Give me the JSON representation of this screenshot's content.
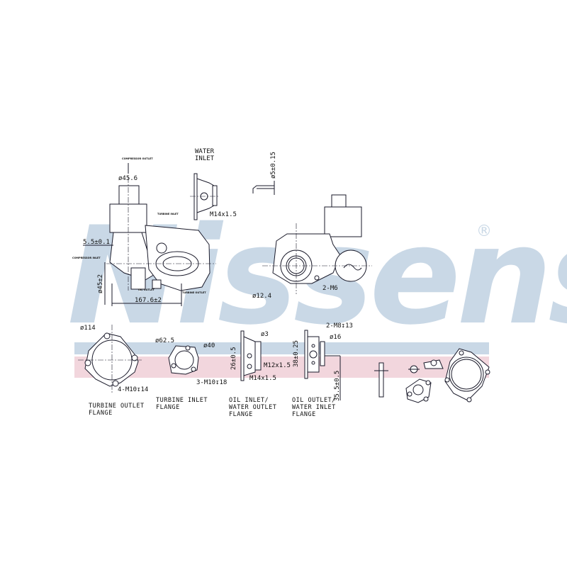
{
  "brand": {
    "watermark": "Nissens",
    "registered": "®"
  },
  "colors": {
    "watermark": "#c9d8e6",
    "band_blue": "#c9d8e6",
    "band_pink": "#f2d6dd",
    "line": "#1a1a2a"
  },
  "main_view": {
    "compressor_outlet": "COMPRESSOR OUTLET",
    "compressor_outlet_dia": "ø45.6",
    "turbine_inlet": "TURBINE INLET",
    "compressor_inlet": "COMPRESSOR INLET",
    "oil_outlet": "OIL OUTLET",
    "turbine_outlet": "TURBINE OUTLET",
    "dim_offset": "5.5±0.1",
    "dim_height": "ø45±2",
    "dim_width": "167.6±2"
  },
  "water_inlet": {
    "title_1": "WATER",
    "title_2": "INLET",
    "thread": "M14x1.5"
  },
  "pipe_detail": {
    "dia": "ø5±0.15"
  },
  "side_view": {
    "dia": "ø12.4",
    "bolts": "2-M6"
  },
  "flanges": [
    {
      "label_1": "TURBINE OUTLET",
      "label_2": "FLANGE",
      "dia": "ø114",
      "bolts": "4-M10↧14"
    },
    {
      "label_1": "TURBINE INLET",
      "label_2": "FLANGE",
      "dia_outer": "ø62.5",
      "dia_inner": "ø40",
      "bolts": "3-M10↧18"
    },
    {
      "label_1": "OIL INLET/",
      "label_2": "WATER OUTLET",
      "label_3": "FLANGE",
      "dia": "ø3",
      "spacing": "26±0.5",
      "thread_1": "M12x1.5",
      "thread_2": "M14x1.5"
    },
    {
      "label_1": "OIL OUTLET/",
      "label_2": "WATER INLET",
      "label_3": "FLANGE",
      "bolts": "2-M8↧13",
      "dia": "ø16",
      "spacing": "38±0.25",
      "offset": "35.5±0.5"
    }
  ]
}
